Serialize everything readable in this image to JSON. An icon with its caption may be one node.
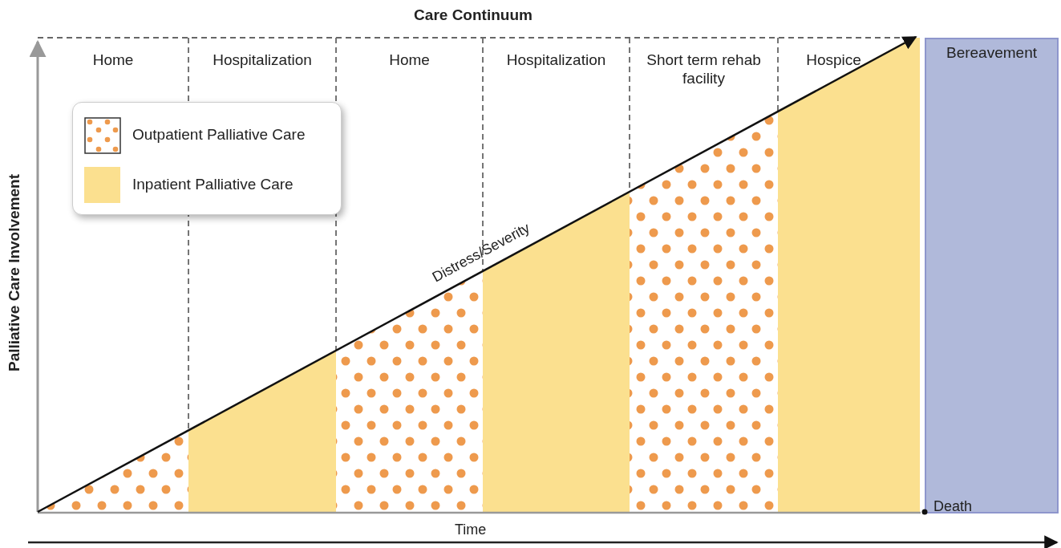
{
  "diagram": {
    "title": "Care Continuum",
    "nodes": [
      {
        "text": [
          "Bereavement"
        ]
      }
    ],
    "edges": [],
    "labels": [
      "Home",
      "Hospitalization",
      "Home",
      "Hospitalization",
      "Short term rehab facility",
      "Hospice",
      "Palliative Care Involvement",
      "Distress/Severity",
      "Death",
      "Time"
    ],
    "legend": [
      {
        "text": "Outpatient Palliative Care"
      },
      {
        "text": "Inpatient Palliative Care",
        "color": "#fbe08f"
      }
    ]
  }
}
